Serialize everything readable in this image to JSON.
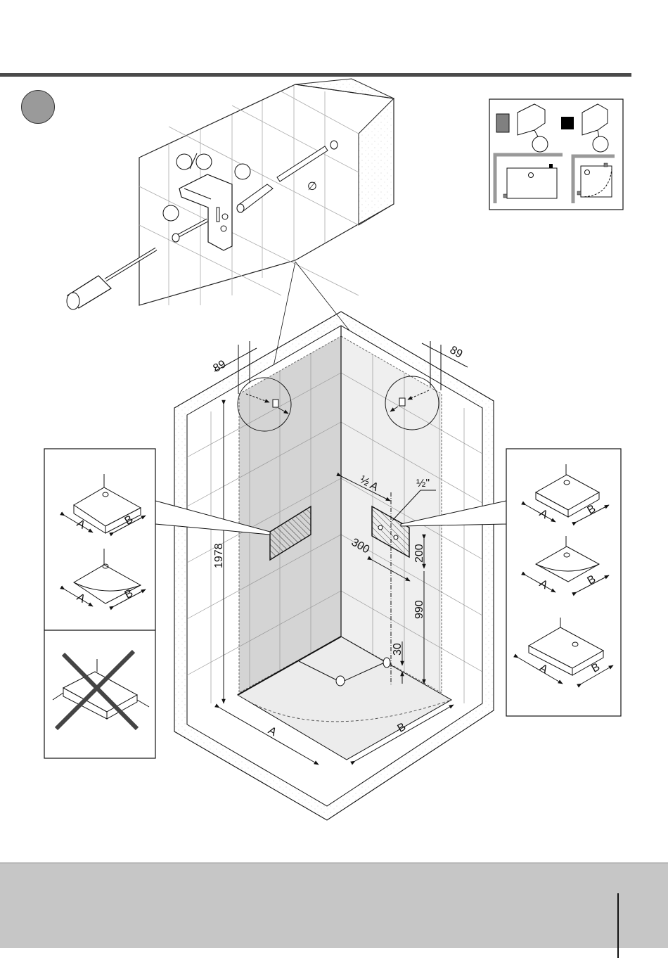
{
  "page": {
    "step_badge": {
      "label": "",
      "color": "#9a9a9a"
    },
    "rule_color": "#4a4a4a",
    "footer_color": "#c6c6c6"
  },
  "fixing_detail": {
    "callouts": [
      "",
      "",
      "",
      ""
    ],
    "diameter_symbol": "∅",
    "tools": [
      "screwdriver-icon",
      "drill-bit-icon",
      "wall-plug-icon",
      "bracket-icon",
      "screw-icon"
    ]
  },
  "legend_box": {
    "items": [
      {
        "swatch_color": "#808080",
        "name": "bracket-grey"
      },
      {
        "swatch_color": "#000000",
        "name": "bracket-black"
      }
    ],
    "plans": [
      "rectangular-tray-plan",
      "quadrant-tray-plan"
    ]
  },
  "main_drawing": {
    "dimensions": {
      "bracket_offset_left": "89",
      "bracket_offset_right": "89",
      "height_total": "1978",
      "half_a": "½ A",
      "pipe_size": "½\"",
      "panel_width": "300",
      "panel_height": "200",
      "outlet_height": "990",
      "floor_offset": "30",
      "tray_a": "A",
      "tray_b": "B"
    },
    "wall_colors": {
      "left": "#d4d4d4",
      "right": "#efefef",
      "floor": "#ececec"
    }
  },
  "left_panel": {
    "trays": [
      {
        "type": "square",
        "a": "A",
        "b": "B"
      },
      {
        "type": "quadrant",
        "a": "A",
        "b": "B"
      }
    ],
    "invalid_tray": {
      "type": "raised-rim",
      "crossed": true
    }
  },
  "right_panel": {
    "trays": [
      {
        "type": "square",
        "a": "A",
        "b": "B"
      },
      {
        "type": "quadrant",
        "a": "A",
        "b": "B"
      },
      {
        "type": "rectangular",
        "a": "A",
        "b": "B"
      }
    ]
  }
}
